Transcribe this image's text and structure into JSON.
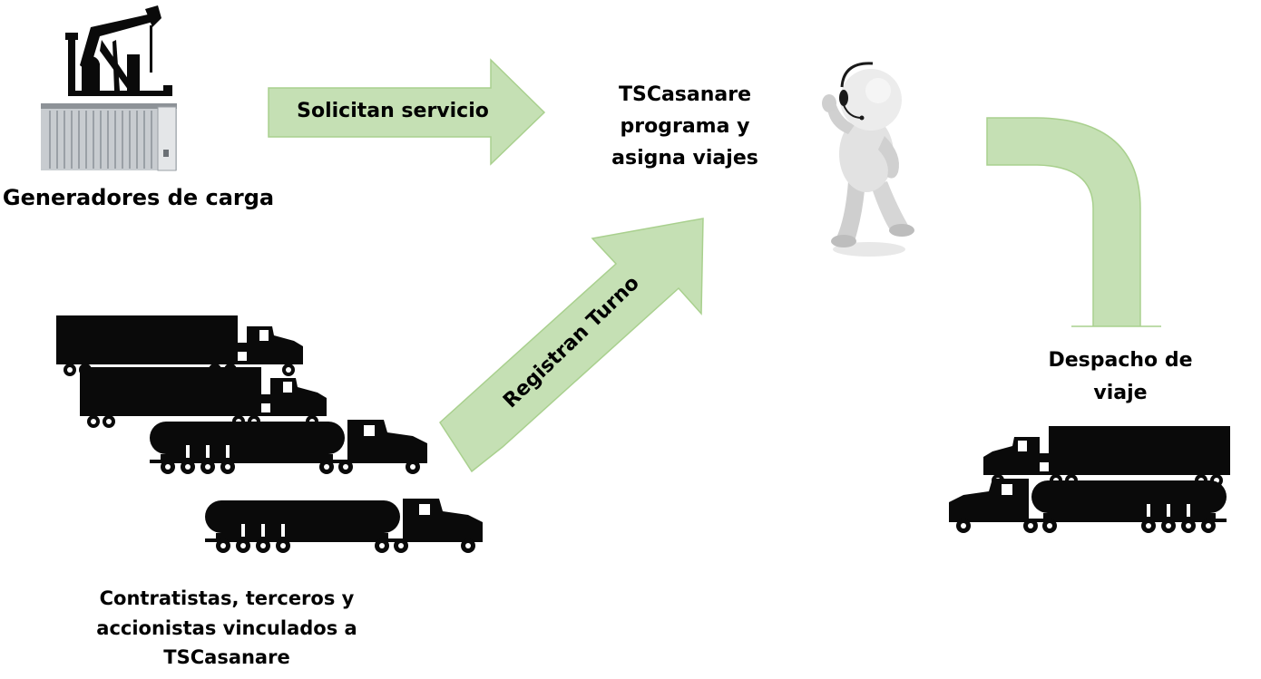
{
  "nodes": {
    "generadores": {
      "label": "Generadores de carga",
      "icon": "oil-pump-container-icon"
    },
    "tscasanare": {
      "label_lines": [
        "TSCasanare",
        "programa y",
        "asigna viajes"
      ],
      "icon": "operator-headset-icon"
    },
    "despacho": {
      "label_lines": [
        "Despacho de",
        "viaje"
      ],
      "icon": "dispatched-trucks-icon"
    },
    "contratistas": {
      "label_lines": [
        "Contratistas, terceros y",
        "accionistas vinculados a",
        "TSCasanare"
      ],
      "icon": "truck-fleet-icon"
    }
  },
  "edges": [
    {
      "from": "generadores",
      "to": "tscasanare",
      "label": "Solicitan servicio"
    },
    {
      "from": "contratistas",
      "to": "tscasanare",
      "label": "Registran Turno"
    },
    {
      "from": "tscasanare",
      "to": "despacho",
      "label": ""
    }
  ],
  "colors": {
    "arrow_fill": "#c5e0b4",
    "arrow_stroke": "#a9d08e",
    "silhouette": "#0a0a0a"
  }
}
